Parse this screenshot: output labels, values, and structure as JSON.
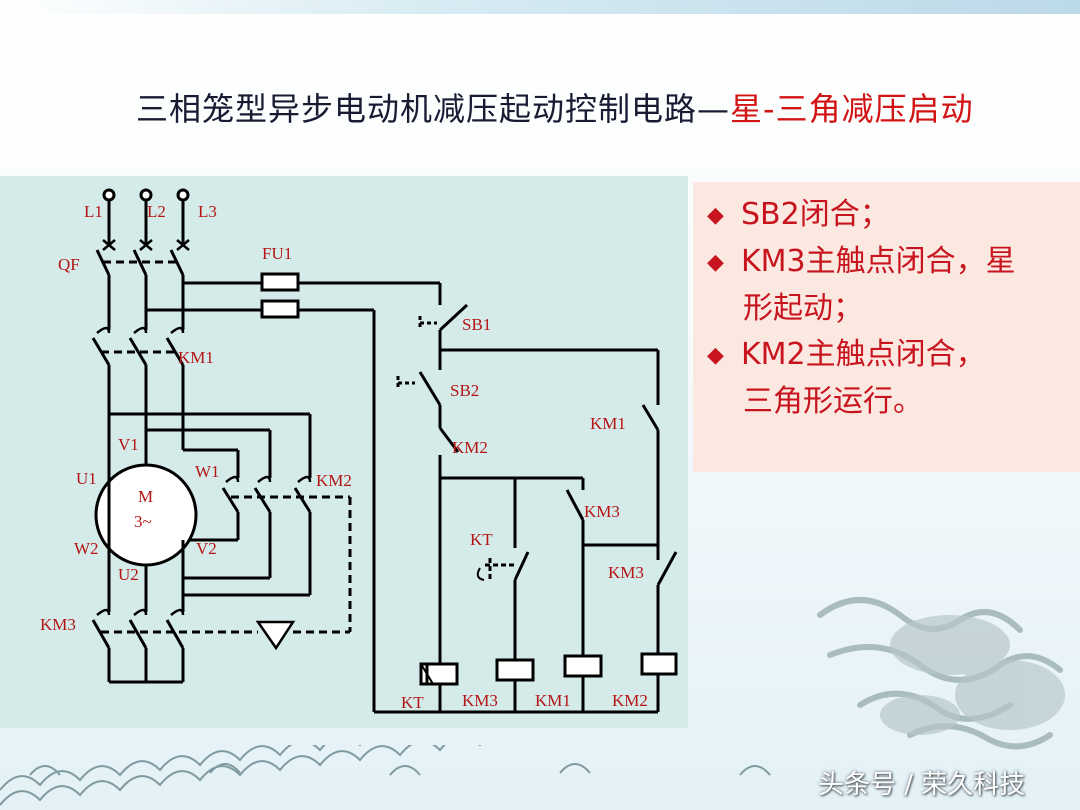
{
  "title": {
    "main": "三相笼型异步电动机减压起动控制电路—",
    "accent": "星-三角减压启动"
  },
  "notes": [
    {
      "lines": [
        "SB2闭合；"
      ]
    },
    {
      "lines": [
        "KM3主触点闭合，星",
        "形起动；"
      ]
    },
    {
      "lines": [
        "KM2主触点闭合，",
        "三角形运行。"
      ]
    }
  ],
  "bullet_glyph": "◆",
  "circuit_labels": {
    "L1": "L1",
    "L2": "L2",
    "L3": "L3",
    "QF": "QF",
    "FU1": "FU1",
    "KM1_main": "KM1",
    "V1": "V1",
    "U1": "U1",
    "W1": "W1",
    "W2": "W2",
    "V2": "V2",
    "U2": "U2",
    "motor_M": "M",
    "motor_phase": "3~",
    "KM2_main": "KM2",
    "KM3_main": "KM3",
    "SB1": "SB1",
    "SB2": "SB2",
    "KM2_nc": "KM2",
    "KM1_aux": "KM1",
    "KM3_aux1": "KM3",
    "KT_contact": "KT",
    "KM3_aux2": "KM3",
    "coil_KT": "KT",
    "coil_KM3": "KM3",
    "coil_KM1": "KM1",
    "coil_KM2": "KM2"
  },
  "watermark": "头条号 / 荣久科技",
  "colors": {
    "title_text": "#1a1a33",
    "accent_red": "#d21414",
    "notes_bg": "#fbe9e1",
    "diagram_bg": "#d4ebea",
    "label_red": "#b41414"
  }
}
